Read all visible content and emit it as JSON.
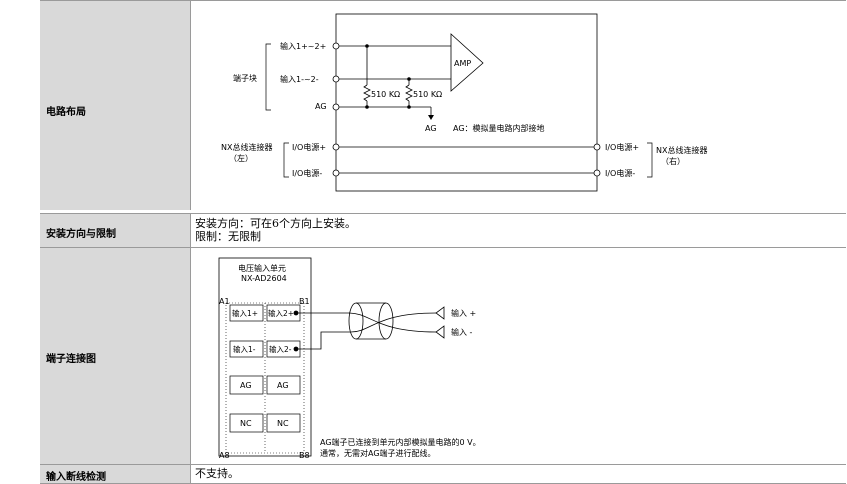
{
  "rows": {
    "circuit": {
      "header": "电路布局",
      "labels": {
        "in_plus": "输入1+~2+",
        "in_minus": "输入1-~2-",
        "terminal_block": "端子块",
        "ag": "AG",
        "amp": "AMP",
        "r1": "510 KΩ",
        "r2": "510 KΩ",
        "ag_bottom": "AG",
        "ag_note": "AG：模拟量电路内部接地",
        "io_plus_left": "I/O电源+",
        "io_minus_left": "I/O电源-",
        "nx_left_1": "NX总线连接器",
        "nx_left_2": "（左）",
        "io_plus_right": "I/O电源+",
        "io_minus_right": "I/O电源-",
        "nx_right_1": "NX总线连接器",
        "nx_right_2": "（右）"
      }
    },
    "mounting": {
      "header": "安装方向与限制",
      "line1": "安装方向：可在6个方向上安装。",
      "line2": "限制：无限制"
    },
    "terminal": {
      "header": "端子连接图",
      "labels": {
        "unit_title": "电压输入单元",
        "unit_model": "NX-AD2604",
        "a1": "A1",
        "b1": "B1",
        "a8": "A8",
        "b8": "B8",
        "t_in1p": "输入1+",
        "t_in2p": "输入2+",
        "t_in1m": "输入1-",
        "t_in2m": "输入2-",
        "t_ag1": "AG",
        "t_ag2": "AG",
        "t_nc1": "NC",
        "t_nc2": "NC",
        "input_plus": "输入 +",
        "input_minus": "输入 -",
        "note1": "AG端子已连接到单元内部模拟量电路的0 V。",
        "note2": "通常，无需对AG端子进行配线。"
      }
    },
    "disconnect": {
      "header": "输入断线检测",
      "value": "不支持。"
    }
  }
}
